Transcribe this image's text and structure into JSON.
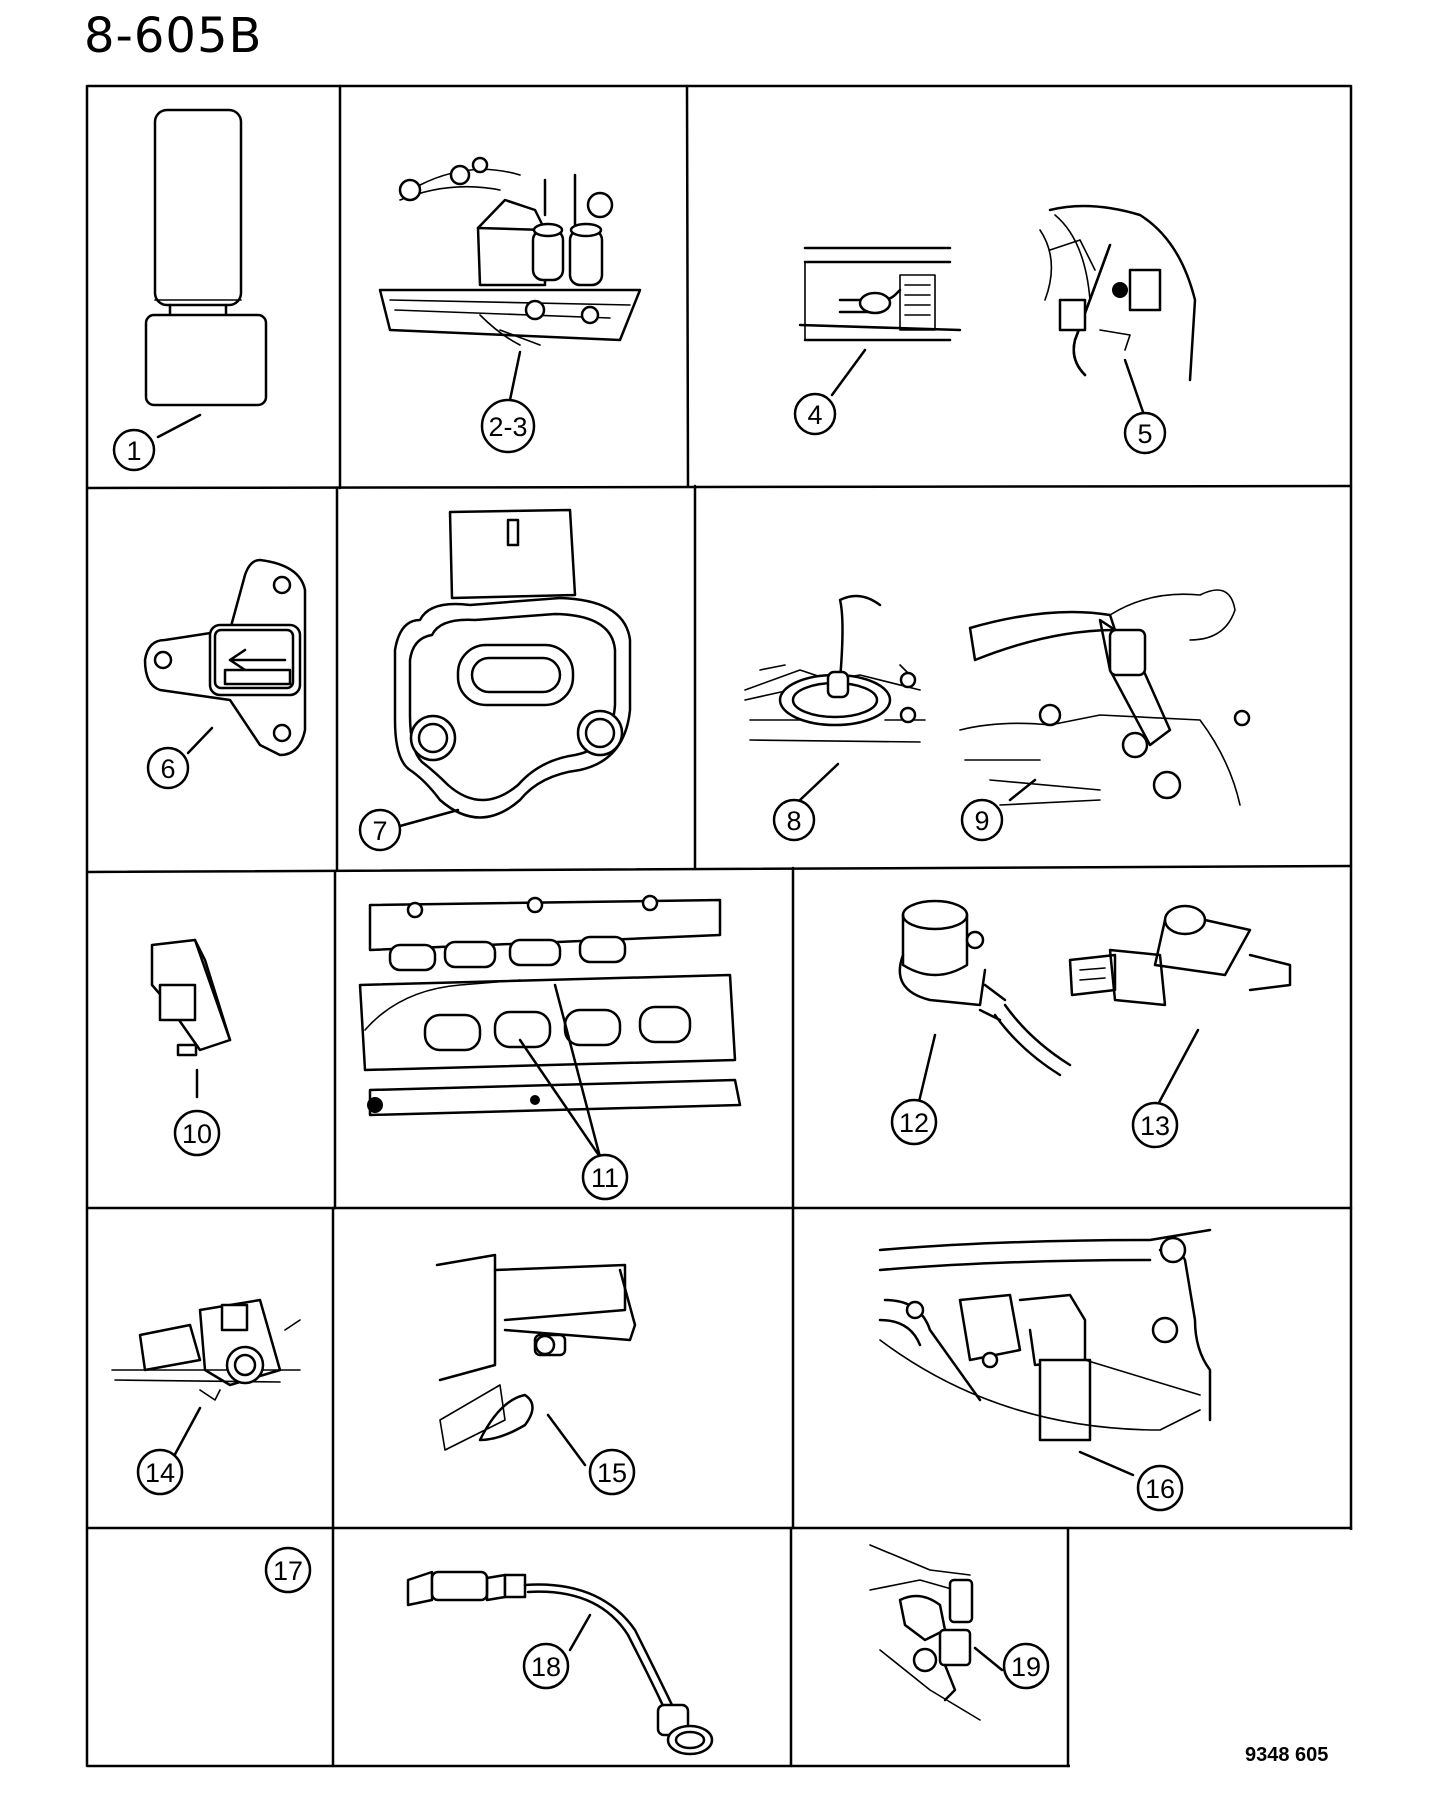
{
  "header": {
    "page_code": "8-605B"
  },
  "footer": {
    "drawing_number": "9348  605"
  },
  "callouts": [
    {
      "id": "c1",
      "label": "1"
    },
    {
      "id": "c2-3",
      "label": "2-3"
    },
    {
      "id": "c4",
      "label": "4"
    },
    {
      "id": "c5",
      "label": "5"
    },
    {
      "id": "c6",
      "label": "6"
    },
    {
      "id": "c7",
      "label": "7"
    },
    {
      "id": "c8",
      "label": "8"
    },
    {
      "id": "c9",
      "label": "9"
    },
    {
      "id": "c10",
      "label": "10"
    },
    {
      "id": "c11",
      "label": "11"
    },
    {
      "id": "c12",
      "label": "12"
    },
    {
      "id": "c13",
      "label": "13"
    },
    {
      "id": "c14",
      "label": "14"
    },
    {
      "id": "c15",
      "label": "15"
    },
    {
      "id": "c16",
      "label": "16"
    },
    {
      "id": "c17",
      "label": "17"
    },
    {
      "id": "c18",
      "label": "18"
    },
    {
      "id": "c19",
      "label": "19"
    }
  ]
}
